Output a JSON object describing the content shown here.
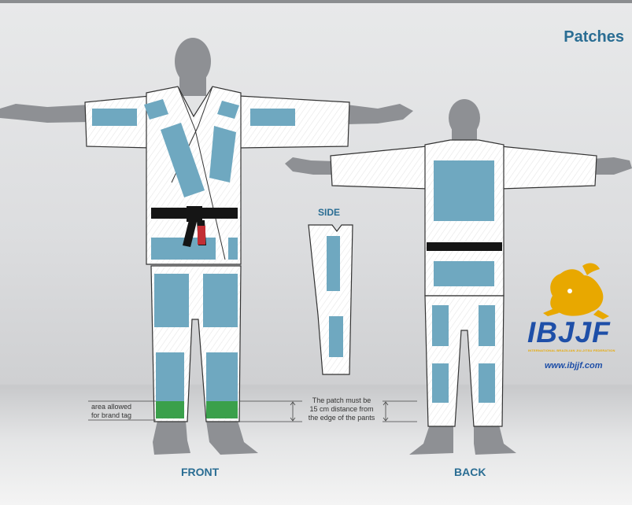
{
  "header": {
    "title": "Patches"
  },
  "views": {
    "front": "FRONT",
    "side": "SIDE",
    "back": "BACK"
  },
  "notes": {
    "brand_tag": [
      "area allowed",
      "for brand tag"
    ],
    "patch_distance": [
      "The patch must be",
      "15 cm distance from",
      "the edge of the pants"
    ]
  },
  "logo": {
    "wordmark": "IBJJF",
    "tagline": "INTERNATIONAL BRAZILIAN JIU-JITSU FEDERATION",
    "url": "www.ibjjf.com"
  },
  "colors": {
    "title": "#2a6d93",
    "patch_area": "#6fa8c0",
    "brand_tag_area": "#3aa04b",
    "gi": "#ffffff",
    "body": "#8e9094",
    "belt": "#151515",
    "logo_blue": "#1e4fa8",
    "logo_gold": "#e8a800"
  }
}
